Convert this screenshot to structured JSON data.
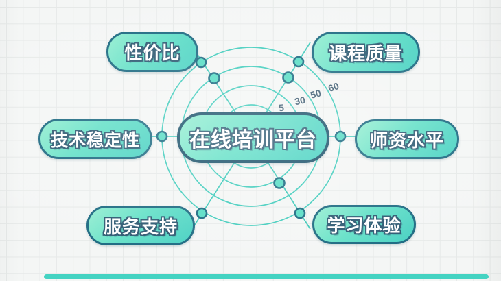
{
  "title": "在线培训平台",
  "center_node": {
    "label": "在线培训平台"
  },
  "nodes": [
    {
      "id": "cost-performance",
      "label": "性价比"
    },
    {
      "id": "course-quality",
      "label": "课程质量"
    },
    {
      "id": "tech-stability",
      "label": "技术稳定性"
    },
    {
      "id": "teacher-level",
      "label": "师资水平"
    },
    {
      "id": "service-support",
      "label": "服务支持"
    },
    {
      "id": "learning-experience",
      "label": "学习体验"
    }
  ],
  "radar": {
    "rings": 4,
    "ticks": [
      "5",
      "30",
      "50",
      "60"
    ],
    "spokes": 6
  },
  "colors": {
    "accent_teal": "#46d0c2",
    "ring_line": "#3fccbc",
    "node_border": "#1a6880",
    "node_fill_light": "#95eed1",
    "node_fill_dark": "#46d0c2",
    "text_outline": "#2a5770",
    "tick_text": "#3c5a70",
    "paper": "#f4f6f5",
    "progress_bar": "#44d3c2"
  }
}
